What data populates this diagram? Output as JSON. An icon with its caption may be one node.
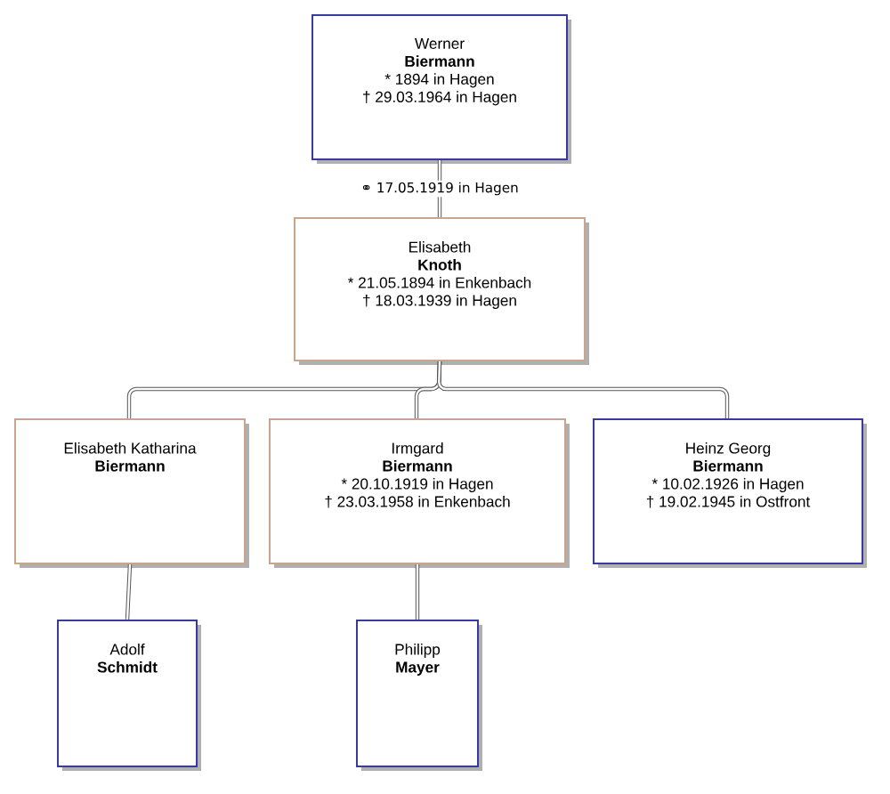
{
  "diagram": {
    "nodes": [
      {
        "text": [
          "Werner",
          "Biermann",
          "* 1894 in Hagen",
          "† 29.03.1964 in Hagen"
        ]
      },
      {
        "text": [
          "Elisabeth",
          "Knoth",
          "* 21.05.1894 in Enkenbach",
          "† 18.03.1939 in Hagen"
        ]
      },
      {
        "text": [
          "Elisabeth Katharina",
          "Biermann"
        ]
      },
      {
        "text": [
          "Irmgard",
          "Biermann",
          "* 20.10.1919 in Hagen",
          "† 23.03.1958 in Enkenbach"
        ]
      },
      {
        "text": [
          "Heinz Georg",
          "Biermann",
          "* 10.02.1926 in Hagen",
          "† 19.02.1945 in Ostfront"
        ]
      },
      {
        "text": [
          "Adolf",
          "Schmidt"
        ]
      },
      {
        "text": [
          "Philipp",
          "Mayer"
        ]
      }
    ],
    "edges": [
      {
        "from": 0,
        "to": 1,
        "arrow": "none",
        "label": "⚭ 17.05.1919 in Hagen"
      },
      {
        "from": 1,
        "to": 2,
        "arrow": "none"
      },
      {
        "from": 1,
        "to": 3,
        "arrow": "none"
      },
      {
        "from": 1,
        "to": 4,
        "arrow": "none"
      },
      {
        "from": 2,
        "to": 5,
        "arrow": "none"
      },
      {
        "from": 3,
        "to": 6,
        "arrow": "none"
      }
    ]
  }
}
